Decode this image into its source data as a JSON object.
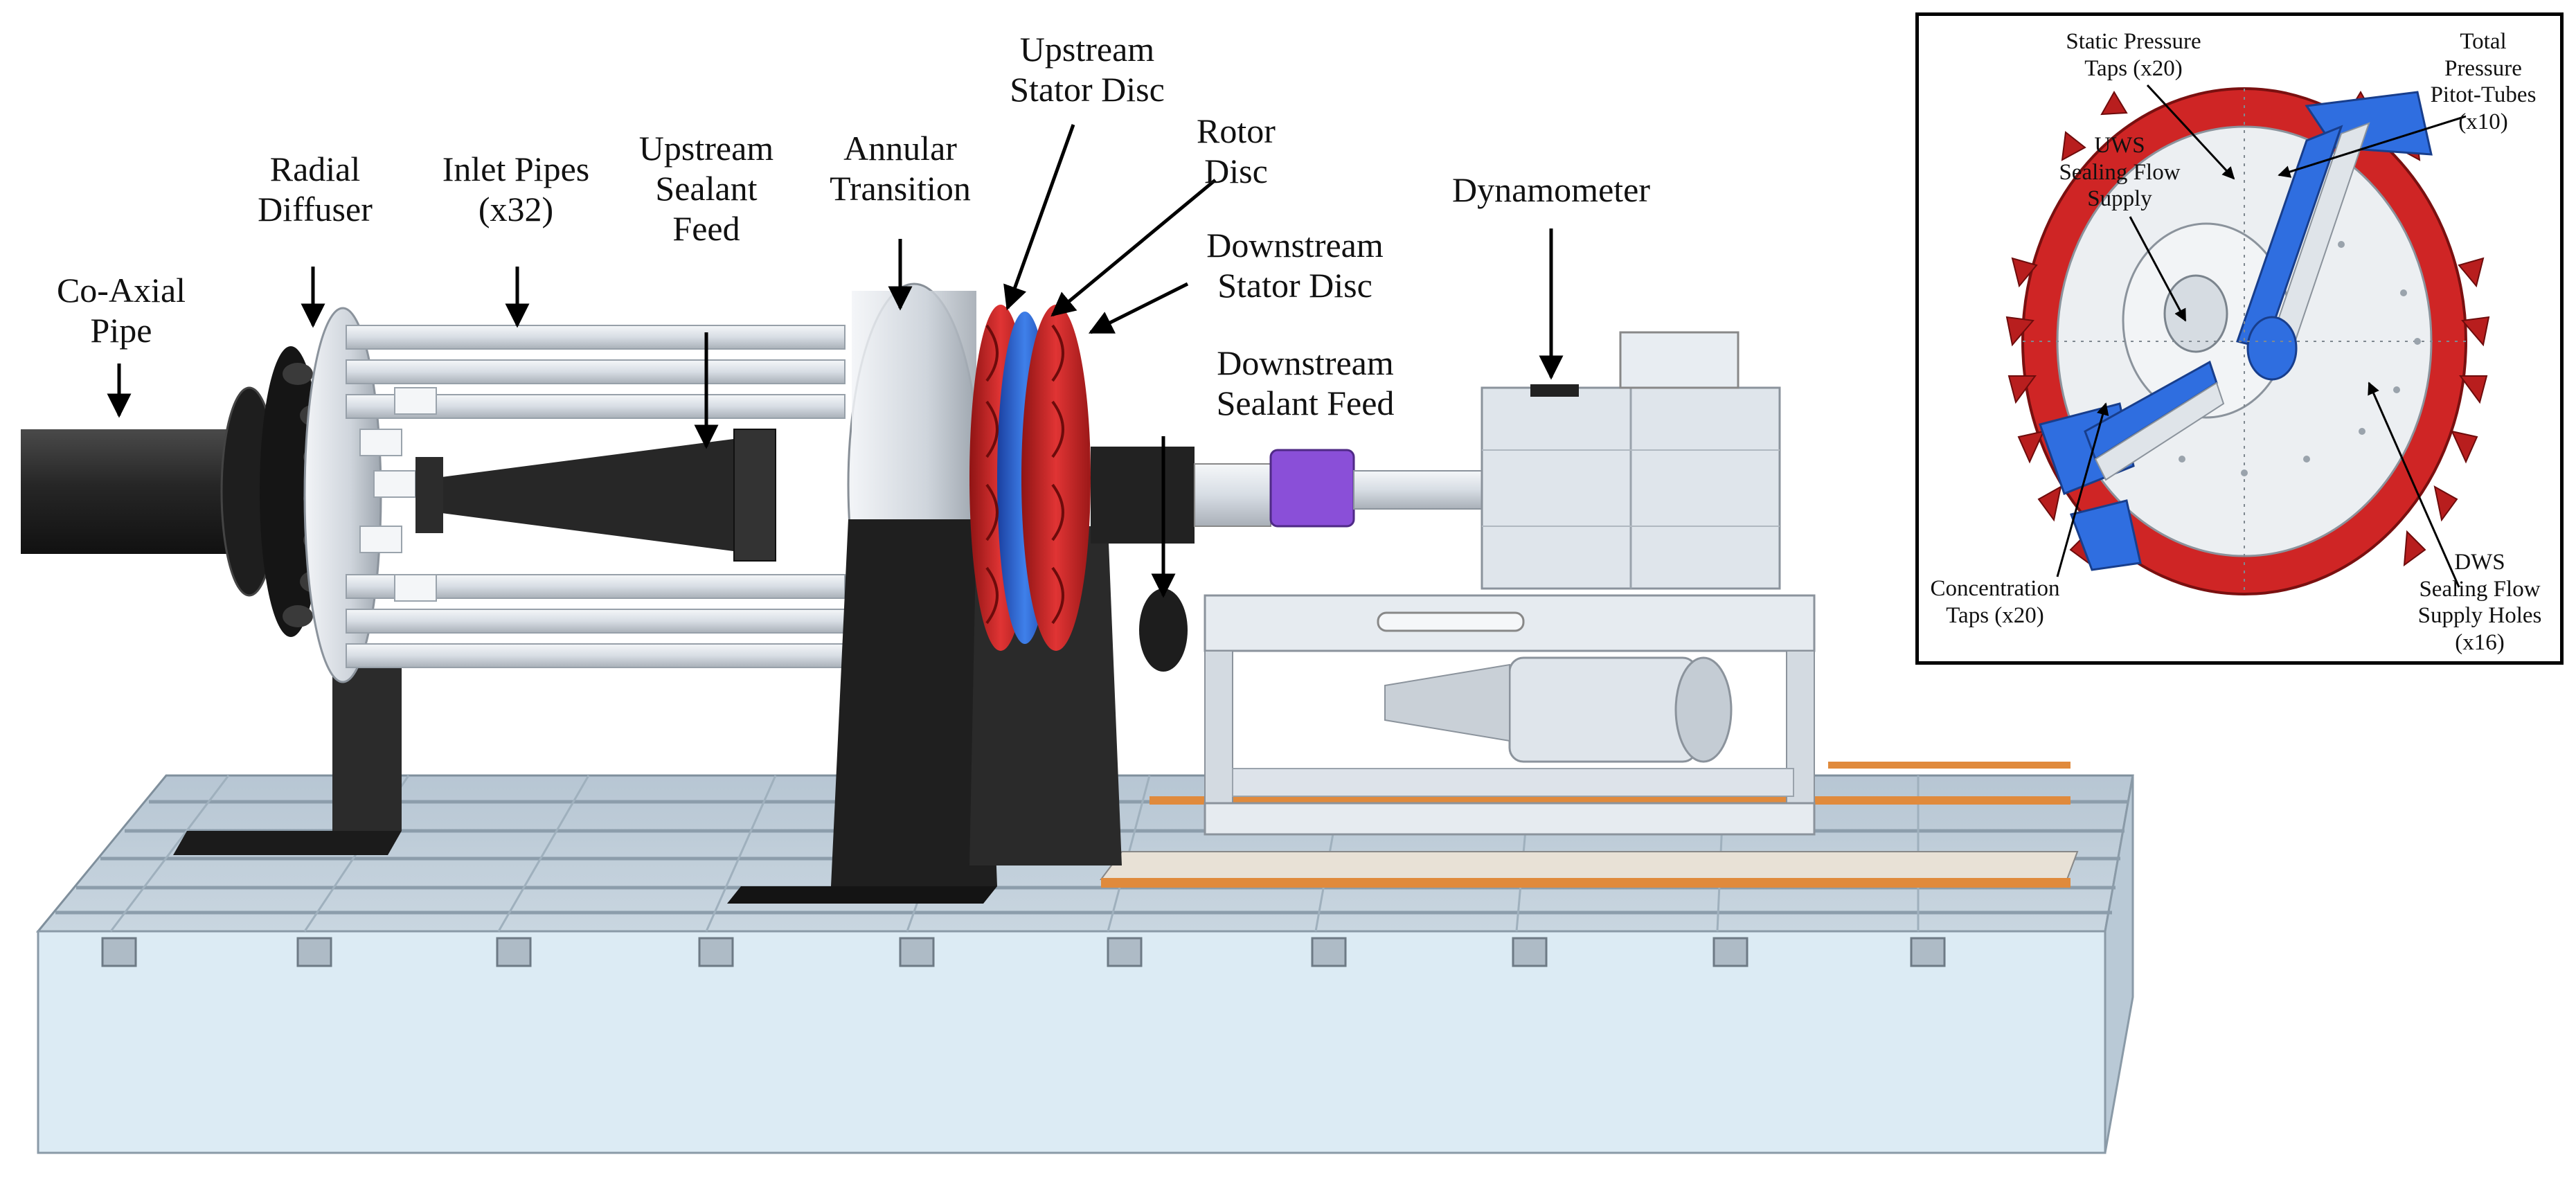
{
  "labels": {
    "coaxial_pipe": [
      "Co-Axial",
      "Pipe"
    ],
    "radial_diffuser": [
      "Radial",
      "Diffuser"
    ],
    "inlet_pipes": [
      "Inlet Pipes",
      "(x32)"
    ],
    "upstream_sealant_feed": [
      "Upstream",
      "Sealant",
      "Feed"
    ],
    "annular_transition": [
      "Annular",
      "Transition"
    ],
    "upstream_stator_disc": [
      "Upstream",
      "Stator Disc"
    ],
    "rotor_disc": [
      "Rotor",
      "Disc"
    ],
    "downstream_stator_disc": [
      "Downstream",
      "Stator Disc"
    ],
    "downstream_sealant_feed": [
      "Downstream",
      "Sealant Feed"
    ],
    "dynamometer": [
      "Dynamometer"
    ]
  },
  "inset": {
    "static_pressure_taps": [
      "Static Pressure",
      "Taps (x20)"
    ],
    "total_pressure": [
      "Total",
      "Pressure",
      "Pitot-Tubes",
      "(x10)"
    ],
    "uws": [
      "UWS",
      "Sealing Flow",
      "Supply"
    ],
    "concentration_taps": [
      "Concentration",
      "Taps (x20)"
    ],
    "dws": [
      "DWS",
      "Sealing Flow",
      "Supply Holes",
      "(x16)"
    ]
  },
  "colors": {
    "stator_red": "#d42a2a",
    "rotor_blue": "#2a64d4",
    "coupling_purple": "#8a4fd8",
    "rail_orange": "#e08a3c",
    "pipe_dark": "#232323",
    "metal_light": "#dde3ea",
    "table_face": "#dcebf4"
  }
}
